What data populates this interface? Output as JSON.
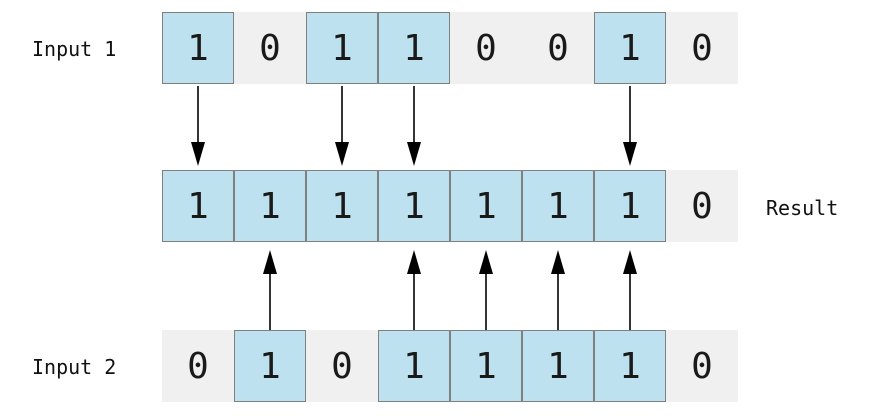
{
  "labels": {
    "input1": "Input 1",
    "input2": "Input 2",
    "result": "Result"
  },
  "rows": {
    "input1": [
      "1",
      "0",
      "1",
      "1",
      "0",
      "0",
      "1",
      "0"
    ],
    "result": [
      "1",
      "1",
      "1",
      "1",
      "1",
      "1",
      "1",
      "0"
    ],
    "input2": [
      "0",
      "1",
      "0",
      "1",
      "1",
      "1",
      "1",
      "0"
    ]
  },
  "colors": {
    "one_fill": "#bde1ee",
    "one_border": "#808080",
    "zero_fill": "#f0f0f0",
    "arrow": "#000000"
  }
}
